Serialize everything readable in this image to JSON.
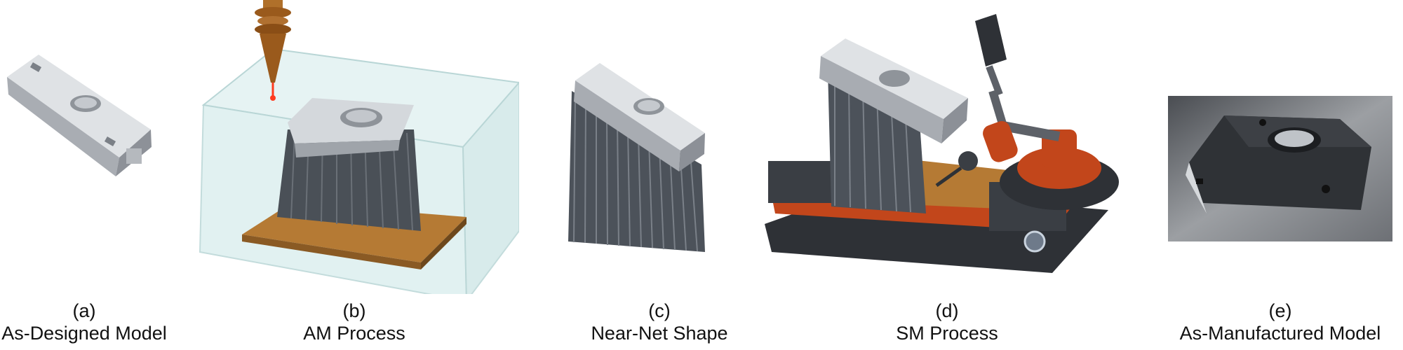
{
  "panels": [
    {
      "letter": "(a)",
      "title": "As-Designed Model"
    },
    {
      "letter": "(b)",
      "title": "AM Process"
    },
    {
      "letter": "(c)",
      "title": "Near-Net Shape"
    },
    {
      "letter": "(d)",
      "title": "SM Process"
    },
    {
      "letter": "(e)",
      "title": "As-Manufactured Model"
    }
  ],
  "colors": {
    "part_gray": "#b8bcc1",
    "support_dark": "#4a5057",
    "build_plate": "#b57a34",
    "enclosure_glass": "#cfe8e8",
    "nozzle_bronze": "#9a5a1c",
    "laser_red": "#ff3b1f",
    "vise_black": "#2e3136",
    "robot_orange": "#c2461b",
    "photo_bg": "#8c8f93"
  },
  "icons": {
    "a": "designed-part-icon",
    "b": "additive-printer-icon",
    "c": "near-net-part-icon",
    "d": "machining-robot-icon",
    "e": "manufactured-part-photo-icon"
  }
}
